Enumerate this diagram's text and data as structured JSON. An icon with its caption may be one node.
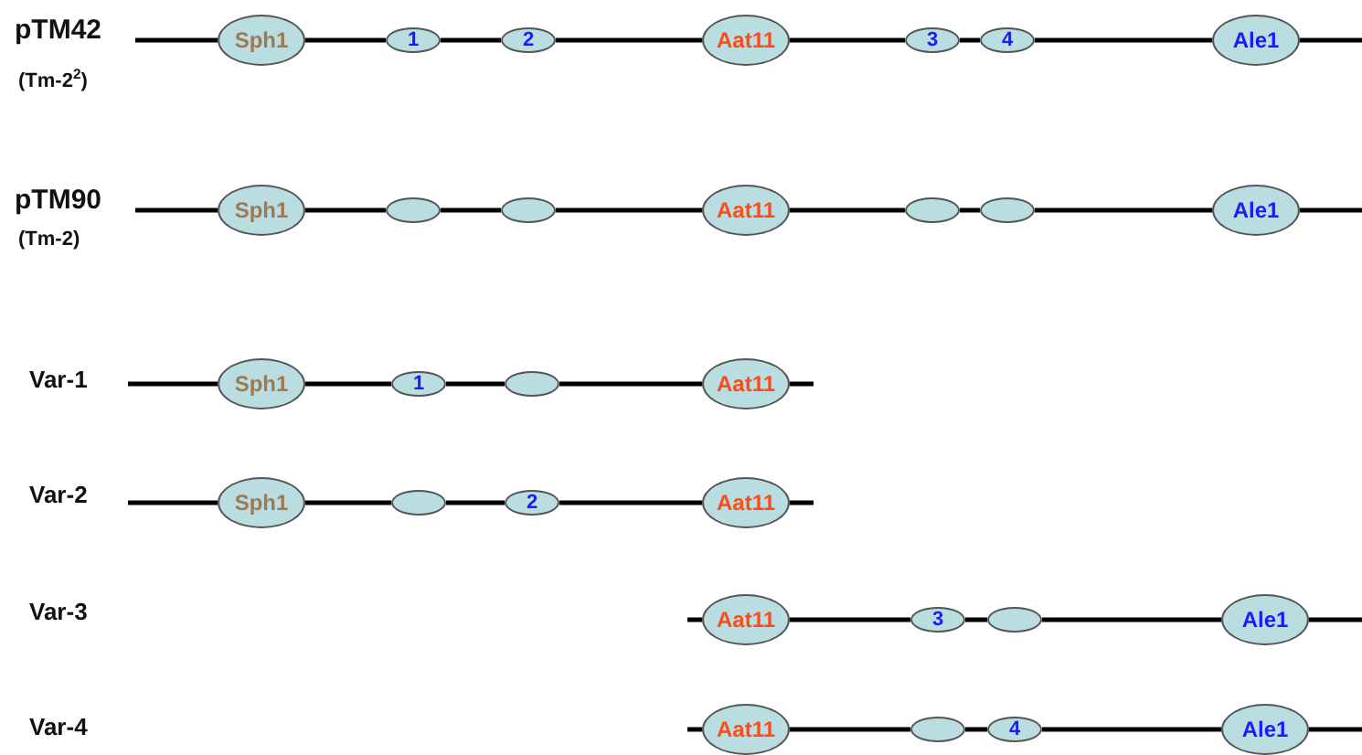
{
  "diagram": {
    "nodes": [
      {
        "text": [
          "Sph1"
        ]
      },
      {
        "text": [
          "1"
        ]
      },
      {
        "text": [
          "2"
        ]
      },
      {
        "text": [
          "Aat11"
        ]
      },
      {
        "text": [
          "3"
        ]
      },
      {
        "text": [
          "4"
        ]
      },
      {
        "text": [
          "Ale1"
        ]
      },
      {
        "text": [
          "Sph1"
        ]
      },
      {
        "text": [],
        "shape": "ellipse"
      },
      {
        "text": [],
        "shape": "ellipse"
      },
      {
        "text": [
          "Aat11"
        ]
      },
      {
        "text": [],
        "shape": "ellipse"
      },
      {
        "text": [],
        "shape": "ellipse"
      },
      {
        "text": [
          "Ale1"
        ]
      },
      {
        "text": [
          "Sph1"
        ]
      },
      {
        "text": [
          "1"
        ]
      },
      {
        "text": [],
        "shape": "ellipse"
      },
      {
        "text": [
          "Aat11"
        ]
      },
      {
        "text": [
          "Sph1"
        ]
      },
      {
        "text": [],
        "shape": "ellipse"
      },
      {
        "text": [
          "2"
        ]
      },
      {
        "text": [
          "Aat11"
        ]
      },
      {
        "text": [
          "Aat11"
        ]
      },
      {
        "text": [
          "3"
        ]
      },
      {
        "text": [],
        "shape": "ellipse"
      },
      {
        "text": [
          "Ale1"
        ]
      },
      {
        "text": [
          "Aat11"
        ]
      },
      {
        "text": [],
        "shape": "ellipse"
      },
      {
        "text": [
          "4"
        ]
      },
      {
        "text": [
          "Ale1"
        ]
      }
    ],
    "edges": [
      {
        "from": null,
        "to": 0,
        "arrow": "none"
      },
      {
        "from": 0,
        "to": 1,
        "arrow": "none"
      },
      {
        "from": 1,
        "to": 2,
        "arrow": "none"
      },
      {
        "from": 2,
        "to": 3,
        "arrow": "none"
      },
      {
        "from": 3,
        "to": 4,
        "arrow": "none"
      },
      {
        "from": 4,
        "to": 5,
        "arrow": "none"
      },
      {
        "from": 5,
        "to": 6,
        "arrow": "none"
      },
      {
        "from": 6,
        "to": null,
        "arrow": "none"
      },
      {
        "from": null,
        "to": 7,
        "arrow": "none"
      },
      {
        "from": 7,
        "to": 8,
        "arrow": "none"
      },
      {
        "from": 8,
        "to": 9,
        "arrow": "none"
      },
      {
        "from": 9,
        "to": 10,
        "arrow": "none"
      },
      {
        "from": 10,
        "to": 11,
        "arrow": "none"
      },
      {
        "from": 11,
        "to": 12,
        "arrow": "none"
      },
      {
        "from": 12,
        "to": 13,
        "arrow": "none"
      },
      {
        "from": 13,
        "to": null,
        "arrow": "none"
      },
      {
        "from": null,
        "to": 14,
        "arrow": "none"
      },
      {
        "from": 14,
        "to": 15,
        "arrow": "none"
      },
      {
        "from": 15,
        "to": 16,
        "arrow": "none"
      },
      {
        "from": 16,
        "to": 17,
        "arrow": "none"
      },
      {
        "from": 17,
        "to": null,
        "arrow": "none"
      },
      {
        "from": null,
        "to": 18,
        "arrow": "none"
      },
      {
        "from": 18,
        "to": 19,
        "arrow": "none"
      },
      {
        "from": 19,
        "to": 20,
        "arrow": "none"
      },
      {
        "from": 20,
        "to": 21,
        "arrow": "none"
      },
      {
        "from": 21,
        "to": null,
        "arrow": "none"
      },
      {
        "from": null,
        "to": 22,
        "arrow": "none"
      },
      {
        "from": 22,
        "to": 23,
        "arrow": "none"
      },
      {
        "from": 23,
        "to": 24,
        "arrow": "none"
      },
      {
        "from": 24,
        "to": 25,
        "arrow": "none"
      },
      {
        "from": 25,
        "to": null,
        "arrow": "none"
      },
      {
        "from": null,
        "to": 26,
        "arrow": "none"
      },
      {
        "from": 26,
        "to": 27,
        "arrow": "none"
      },
      {
        "from": 27,
        "to": 28,
        "arrow": "none"
      },
      {
        "from": 28,
        "to": 29,
        "arrow": "none"
      },
      {
        "from": 29,
        "to": null,
        "arrow": "none"
      }
    ],
    "labels": [
      "pTM42",
      "(Tm-2$^{2}$)",
      "pTM90",
      "(Tm-2)",
      "Var-1",
      "Var-2",
      "Var-3",
      "Var-4"
    ]
  }
}
